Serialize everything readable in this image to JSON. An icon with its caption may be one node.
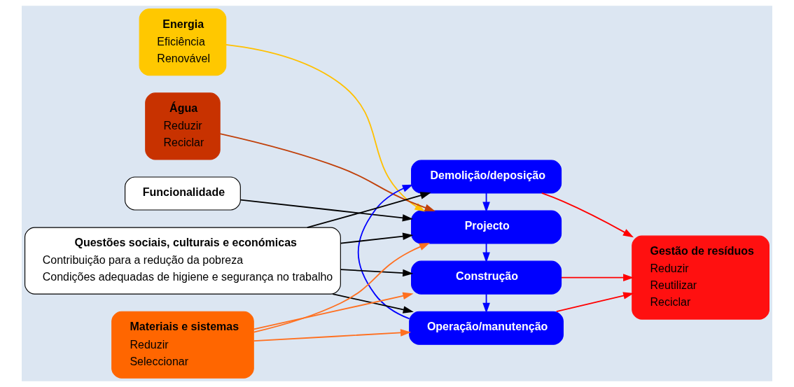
{
  "diagram": {
    "nodes": [
      {
        "text": [
          "Energia",
          "Eficiência",
          "Renovável"
        ]
      },
      {
        "text": [
          "Água",
          "Reduzir",
          "Reciclar"
        ]
      },
      {
        "text": [
          "Funcionalidade"
        ]
      },
      {
        "text": [
          "Projecto"
        ]
      },
      {
        "text": [
          "Construção"
        ]
      },
      {
        "text": [
          "Operação/manutenção"
        ]
      },
      {
        "text": [
          "Demolição/deposição"
        ]
      },
      {
        "text": [
          "Questões sociais, culturais e económicas",
          "Contribuição para a redução da pobreza",
          "Condições adequadas de higiene e segurança no trabalho"
        ]
      },
      {
        "text": [
          "Materiais e sistemas",
          "Reduzir",
          "Seleccionar"
        ]
      },
      {
        "text": [
          "Gestão de resíduos",
          "Reduzir",
          "Reutilizar",
          "Reciclar"
        ]
      }
    ],
    "edges": [
      {
        "from": 0,
        "to": 3,
        "arrow": "to",
        "color": "#ffc000"
      },
      {
        "from": 1,
        "to": 3,
        "arrow": "to",
        "color": "#c0400a"
      },
      {
        "from": 2,
        "to": 3,
        "arrow": "to",
        "color": "#000000"
      },
      {
        "from": 8,
        "to": 3,
        "arrow": "to",
        "color": "#ff7020"
      },
      {
        "from": 8,
        "to": 4,
        "arrow": "to",
        "color": "#ff7020"
      },
      {
        "from": 8,
        "to": 5,
        "arrow": "to",
        "color": "#ff7020"
      },
      {
        "from": 3,
        "to": 4,
        "arrow": "to",
        "color": "#0000ff"
      },
      {
        "from": 4,
        "to": 5,
        "arrow": "to",
        "color": "#0000ff"
      },
      {
        "from": 5,
        "to": 6,
        "arrow": "to",
        "color": "#0000ff"
      },
      {
        "from": 6,
        "to": 3,
        "arrow": "to",
        "color": "#0000ff"
      },
      {
        "from": 7,
        "to": 3,
        "arrow": "to",
        "color": "#000000"
      },
      {
        "from": 7,
        "to": 4,
        "arrow": "to",
        "color": "#000000"
      },
      {
        "from": 7,
        "to": 5,
        "arrow": "to",
        "color": "#000000"
      },
      {
        "from": 7,
        "to": 6,
        "arrow": "to",
        "color": "#000000"
      },
      {
        "from": 4,
        "to": 9,
        "arrow": "to",
        "color": "#ff0000"
      },
      {
        "from": 5,
        "to": 9,
        "arrow": "to",
        "color": "#ff0000"
      },
      {
        "from": 6,
        "to": 9,
        "arrow": "to",
        "color": "#ff0000"
      }
    ]
  }
}
